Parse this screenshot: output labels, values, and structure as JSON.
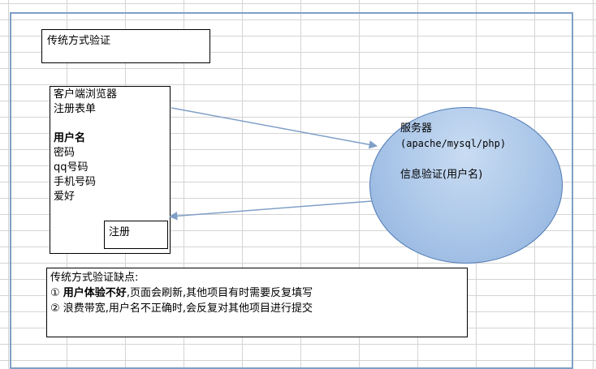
{
  "title": "传统方式验证",
  "client": {
    "heading": "客户端浏览器",
    "form_label": "注册表单",
    "fields": [
      "用户名",
      "密码",
      "qq号码",
      "手机号码",
      "爱好"
    ],
    "submit_label": "注册"
  },
  "server": {
    "heading": "服务器",
    "stack": "(apache/mysql/php)",
    "validation": "信息验证(用户名)"
  },
  "defects": {
    "heading": "传统方式验证缺点:",
    "item1_marker": "①",
    "item1_bold": "用户体验不好",
    "item1_rest": ",页面会刷新,其他项目有时需要反复填写",
    "item2_marker": "②",
    "item2_text": "浪费带宽,用户名不正确时,会反复对其他项目进行提交"
  },
  "colors": {
    "arrow": "#7f9fc6",
    "frame": "#7f9fc6",
    "server_fill": "#a9c5e8",
    "grid": "#d4d4d4"
  }
}
